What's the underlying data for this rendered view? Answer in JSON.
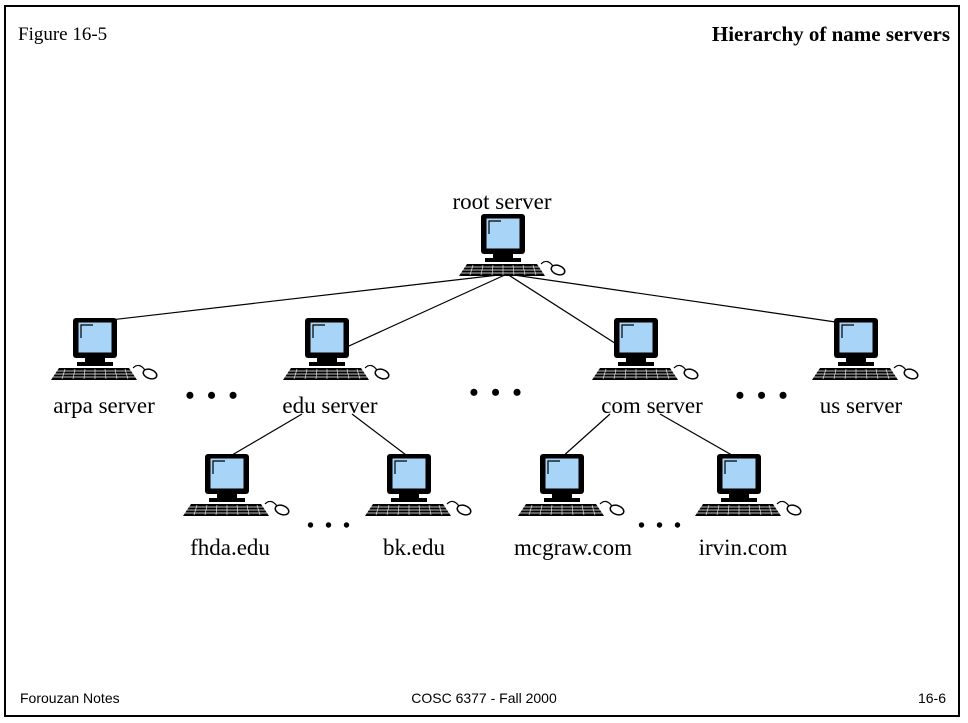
{
  "figure": {
    "number": "Figure 16-5",
    "title": "Hierarchy of name servers"
  },
  "footer": {
    "left": "Forouzan Notes",
    "center": "COSC 6377 - Fall 2000",
    "right": "16-6"
  },
  "nodes": {
    "root": "root server",
    "arpa": "arpa server",
    "edu": "edu server",
    "com": "com server",
    "us": "us server",
    "fhda": "fhda.edu",
    "bk": "bk.edu",
    "mcgraw": "mcgraw.com",
    "irvin": "irvin.com"
  },
  "ellipsis": "• • •",
  "ellipsis_small": "• • •",
  "colors": {
    "screen": "#a8d4f8",
    "frame": "#000000",
    "background": "#ffffff"
  },
  "icon": "computer-icon"
}
